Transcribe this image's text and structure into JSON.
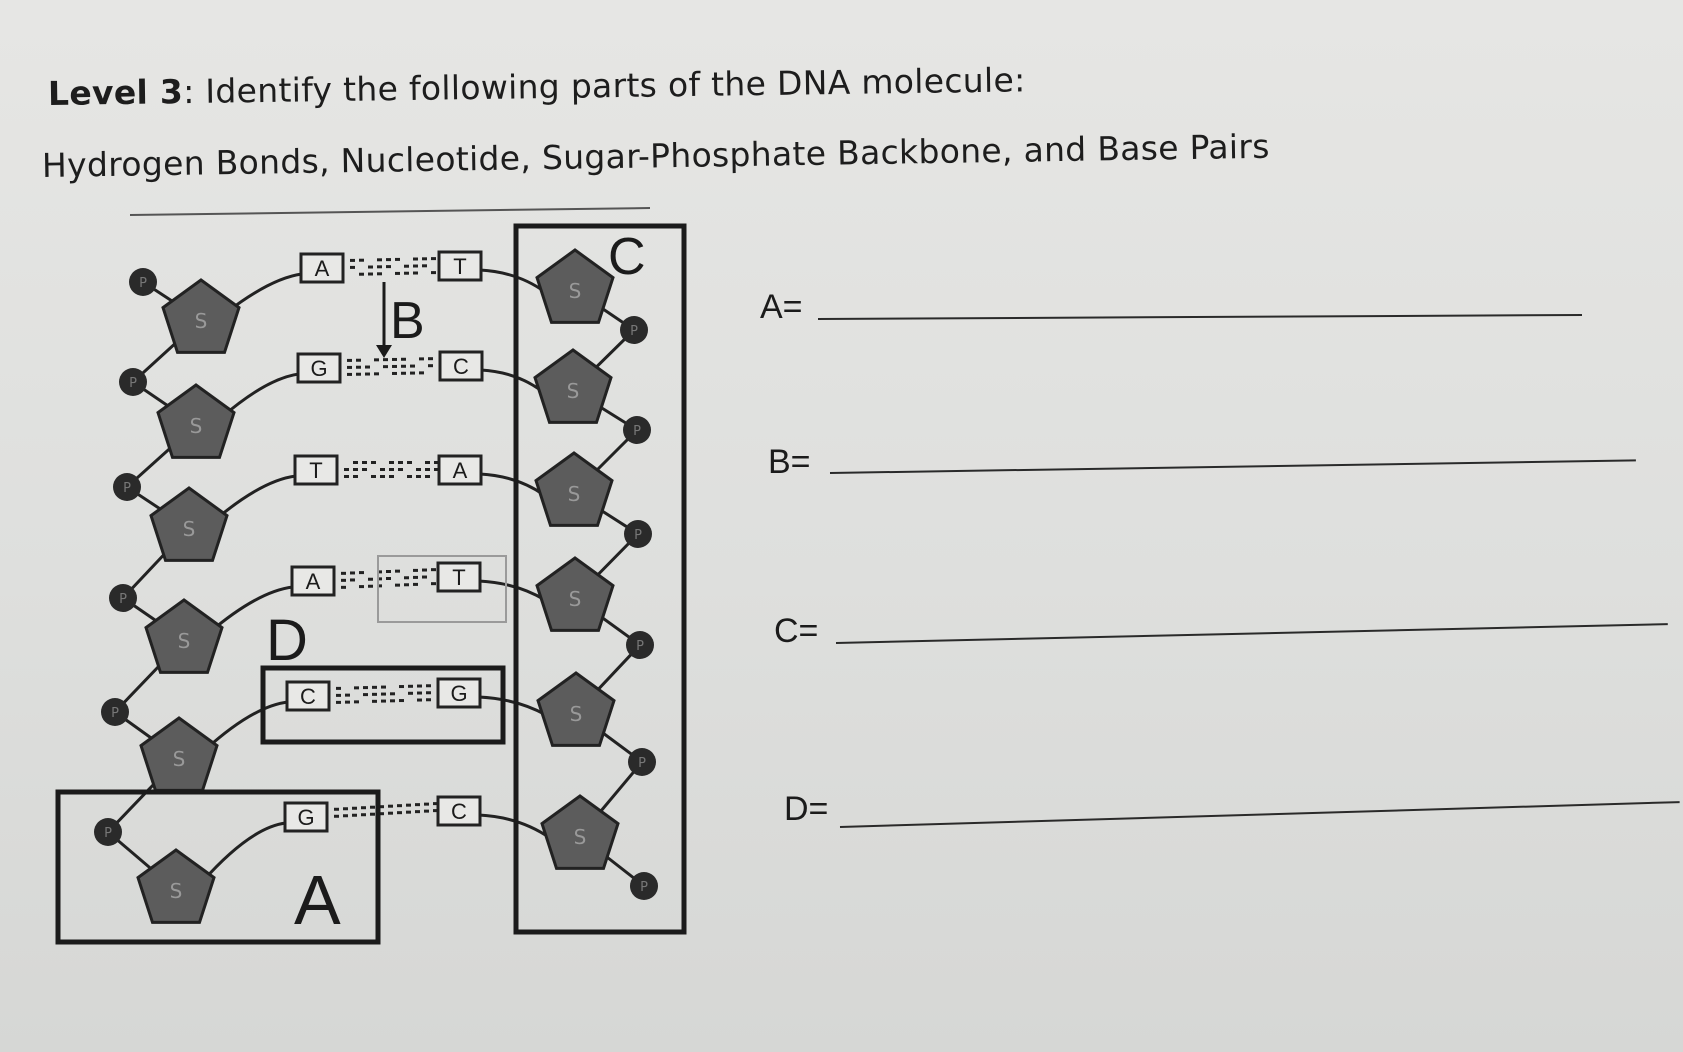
{
  "worksheet": {
    "title_bold": "Level 3",
    "title_rest": ": Identify the following parts of the DNA molecule:",
    "subtitle": "Hydrogen Bonds, Nucleotide, Sugar-Phosphate Backbone, and Base Pairs"
  },
  "diagram": {
    "callouts": [
      "A",
      "B",
      "C",
      "D"
    ],
    "sugar_label": "S",
    "phosphate_label": "P",
    "base_pairs": [
      {
        "left": "A",
        "right": "T"
      },
      {
        "left": "G",
        "right": "C"
      },
      {
        "left": "T",
        "right": "A"
      },
      {
        "left": "A",
        "right": "T"
      },
      {
        "left": "C",
        "right": "G"
      },
      {
        "left": "G",
        "right": "C"
      }
    ]
  },
  "answers": [
    {
      "label": "A=",
      "value": ""
    },
    {
      "label": "B=",
      "value": ""
    },
    {
      "label": "C=",
      "value": ""
    },
    {
      "label": "D=",
      "value": ""
    }
  ]
}
